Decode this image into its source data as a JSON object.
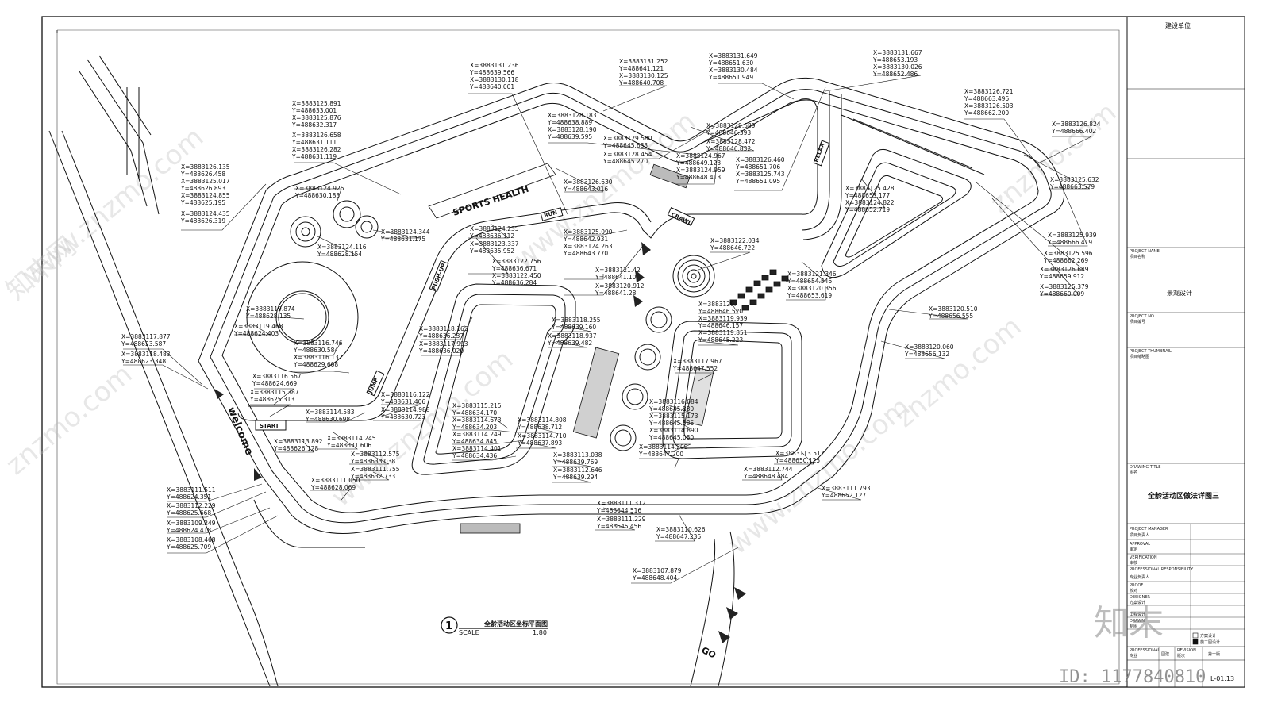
{
  "title_block": {
    "client_label": "建设单位",
    "project_name_en": "PROJECT NAME",
    "project_name_cn": "项目名称",
    "project_name_value": "景观设计",
    "project_no_en": "PROJECT NO.",
    "project_no_cn": "项目编号",
    "thumbnail_en": "PROJECT THUMBNAIL",
    "thumbnail_cn": "项目缩略图",
    "drawing_title_en": "DRAWING TITLE",
    "drawing_title_cn": "图名",
    "drawing_title_value": "全龄活动区做法详图三",
    "rows": [
      {
        "en": "PROJECT MANAGER",
        "cn": "项目负责人"
      },
      {
        "en": "APPROVAL",
        "cn": "审定"
      },
      {
        "en": "VERIFICATION",
        "cn": "审核"
      },
      {
        "en": "PROFESSIONAL RESPONSIBILITY",
        "cn": "专业负责人"
      },
      {
        "en": "PROOF",
        "cn": "校对"
      },
      {
        "en": "DESIGNER",
        "cn": "方案设计"
      },
      {
        "en": "",
        "cn": "工程设计"
      },
      {
        "en": "DRAWN",
        "cn": "制图"
      }
    ],
    "check_1": "方案设计",
    "check_2": "施工图设计",
    "professional_en": "PROFESSIONAL",
    "professional_cn": "专业",
    "professional_value": "园建",
    "revision_en": "REVISION",
    "revision_cn": "版次",
    "revision_value": "第一版",
    "sheet_no": "L-01.13"
  },
  "caption": {
    "number": "1",
    "title": "全龄活动区坐标平面图",
    "scale_label": "SCALE",
    "scale_value": "1:80"
  },
  "site_labels": {
    "sports_health": "SPORTS HEALTH",
    "run": "RUN",
    "crawl": "CRAWL",
    "relax": "RELAX",
    "push_up": "PUSH-UP",
    "jump": "JUMP",
    "start": "START",
    "welcome": "welcome",
    "go": "GO"
  },
  "coordinates": [
    {
      "x": "X=3883131.236",
      "y": "Y=488639.566"
    },
    {
      "x": "X=3883130.118",
      "y": "Y=488640.001"
    },
    {
      "x": "X=3883131.252",
      "y": "Y=488641.121"
    },
    {
      "x": "X=3883130.125",
      "y": "Y=488640.708"
    },
    {
      "x": "X=3883131.649",
      "y": "Y=488651.630"
    },
    {
      "x": "X=3883130.484",
      "y": "Y=488651.949"
    },
    {
      "x": "X=3883131.667",
      "y": "Y=488653.193"
    },
    {
      "x": "X=3883130.026",
      "y": "Y=488652.486"
    },
    {
      "x": "X=3883125.891",
      "y": "Y=488633.001"
    },
    {
      "x": "X=3883125.876",
      "y": "Y=488632.317"
    },
    {
      "x": "X=3883126.658",
      "y": "Y=488631.111"
    },
    {
      "x": "X=3883126.282",
      "y": "Y=488631.119"
    },
    {
      "x": "X=3883128.183",
      "y": "Y=488638.889"
    },
    {
      "x": "X=3883128.190",
      "y": "Y=488639.595"
    },
    {
      "x": "X=3883129.580",
      "y": "Y=488645.683"
    },
    {
      "x": "X=3883128.454",
      "y": "Y=488645.270"
    },
    {
      "x": "X=3883129.589",
      "y": "Y=488646.393"
    },
    {
      "x": "X=3883128.472",
      "y": "Y=488646.832"
    },
    {
      "x": "X=3883126.721",
      "y": "Y=488663.496"
    },
    {
      "x": "X=3883126.503",
      "y": "Y=488662.200"
    },
    {
      "x": "X=3883126.824",
      "y": "Y=488666.402"
    },
    {
      "x": "X=3883126.135",
      "y": "Y=488626.458"
    },
    {
      "x": "X=3883125.017",
      "y": "Y=488626.893"
    },
    {
      "x": "X=3883124.855",
      "y": "Y=488625.195"
    },
    {
      "x": "X=3883124.435",
      "y": "Y=488626.319"
    },
    {
      "x": "X=3883124.925",
      "y": "Y=488630.183"
    },
    {
      "x": "X=3883124.967",
      "y": "Y=488649.123"
    },
    {
      "x": "X=3883124.959",
      "y": "Y=488648.413"
    },
    {
      "x": "X=3883126.460",
      "y": "Y=488651.706"
    },
    {
      "x": "X=3883125.743",
      "y": "Y=488651.095"
    },
    {
      "x": "X=3883126.630",
      "y": "Y=488643.016"
    },
    {
      "x": "X=3883125.428",
      "y": "Y=488653.177"
    },
    {
      "x": "X=3883124.822",
      "y": "Y=488652.719"
    },
    {
      "x": "X=3883125.632",
      "y": "Y=488663.579"
    },
    {
      "x": "X=3883124.344",
      "y": "Y=488631.175"
    },
    {
      "x": "X=3883124.116",
      "y": "Y=488628.154"
    },
    {
      "x": "X=3883124.235",
      "y": "Y=488636.112"
    },
    {
      "x": "X=3883123.337",
      "y": "Y=488635.952"
    },
    {
      "x": "X=3883125.090",
      "y": "Y=488642.931"
    },
    {
      "x": "X=3883124.263",
      "y": "Y=488643.770"
    },
    {
      "x": "X=3883122.756",
      "y": "Y=488636.671"
    },
    {
      "x": "X=3883122.450",
      "y": "Y=488636.284"
    },
    {
      "x": "X=3883122.034",
      "y": "Y=488646.722"
    },
    {
      "x": "X=3883125.939",
      "y": "Y=488666.419"
    },
    {
      "x": "X=3883125.596",
      "y": "Y=488662.269"
    },
    {
      "x": "X=3883126.649",
      "y": "Y=488659.912"
    },
    {
      "x": "X=3883125.379",
      "y": "Y=488660.009"
    },
    {
      "x": "X=3883121.42",
      "y": "Y=488641.10"
    },
    {
      "x": "X=3883120.912",
      "y": "Y=488641.28"
    },
    {
      "x": "X=3883121.346",
      "y": "Y=488654.546"
    },
    {
      "x": "X=3883120.356",
      "y": "Y=488653.619"
    },
    {
      "x": "X=3883119.874",
      "y": "Y=488628.135"
    },
    {
      "x": "X=3883119.468",
      "y": "Y=488624.403"
    },
    {
      "x": "X=3883120.",
      "y": "Y=488646.520"
    },
    {
      "x": "X=3883119.939",
      "y": "Y=488646.157"
    },
    {
      "x": "X=3883119.851",
      "y": "Y=488645.223"
    },
    {
      "x": "X=3883120.510",
      "y": "Y=488656.555"
    },
    {
      "x": "X=3883117.877",
      "y": "Y=488623.587"
    },
    {
      "x": "X=3883118.483",
      "y": "Y=488623.348"
    },
    {
      "x": "X=3883116.746",
      "y": "Y=488630.584"
    },
    {
      "x": "X=3883116.137",
      "y": "Y=488629.608"
    },
    {
      "x": "X=3883118.165",
      "y": "Y=488636.237"
    },
    {
      "x": "X=3883117.993",
      "y": "Y=488636.020"
    },
    {
      "x": "X=3883118.255",
      "y": "Y=488639.160"
    },
    {
      "x": "X=3883118.937",
      "y": "Y=488639.482"
    },
    {
      "x": "X=3883117.967",
      "y": "Y=488647.552"
    },
    {
      "x": "X=3883120.060",
      "y": "Y=488656.132"
    },
    {
      "x": "X=3883116.567",
      "y": "Y=488624.669"
    },
    {
      "x": "X=3883115.387",
      "y": "Y=488625.313"
    },
    {
      "x": "X=3883116.122",
      "y": "Y=488631.406"
    },
    {
      "x": "X=3883114.583",
      "y": "Y=488630.698"
    },
    {
      "x": "X=3883114.988",
      "y": "Y=488630.723"
    },
    {
      "x": "X=3883115.215",
      "y": "Y=488634.170"
    },
    {
      "x": "X=3883114.673",
      "y": "Y=488634.203"
    },
    {
      "x": "X=3883114.249",
      "y": "Y=488634.845"
    },
    {
      "x": "X=3883114.401",
      "y": "Y=488634.436"
    },
    {
      "x": "X=3883114.808",
      "y": "Y=488638.712"
    },
    {
      "x": "X=3883114.710",
      "y": "Y=488637.893"
    },
    {
      "x": "X=3883116.084",
      "y": "Y=488645.880"
    },
    {
      "x": "X=3883115.173",
      "y": "Y=488645.586"
    },
    {
      "x": "X=3883114.890",
      "y": "Y=488645.080"
    },
    {
      "x": "X=3883113.892",
      "y": "Y=488626.128"
    },
    {
      "x": "X=3883114.245",
      "y": "Y=488631.606"
    },
    {
      "x": "X=3883112.575",
      "y": "Y=488633.038"
    },
    {
      "x": "X=3883111.755",
      "y": "Y=488632.733"
    },
    {
      "x": "X=3883113.038",
      "y": "Y=488639.769"
    },
    {
      "x": "X=3883112.646",
      "y": "Y=488639.294"
    },
    {
      "x": "X=3883114.209",
      "y": "Y=488647.200"
    },
    {
      "x": "X=3883113.517",
      "y": "Y=488650.125"
    },
    {
      "x": "X=3883112.744",
      "y": "Y=488648.484"
    },
    {
      "x": "X=3883111.050",
      "y": "Y=488628.069"
    },
    {
      "x": "X=3883111.511",
      "y": "Y=488624.351"
    },
    {
      "x": "X=3883112.229",
      "y": "Y=488625.668"
    },
    {
      "x": "X=3883109.249",
      "y": "Y=488624.418"
    },
    {
      "x": "X=3883108.468",
      "y": "Y=488625.709"
    },
    {
      "x": "X=3883111.312",
      "y": "Y=488644.516"
    },
    {
      "x": "X=3883111.229",
      "y": "Y=488645.456"
    },
    {
      "x": "X=3883110.626",
      "y": "Y=488647.236"
    },
    {
      "x": "X=3883111.793",
      "y": "Y=488652.127"
    },
    {
      "x": "X=3883107.879",
      "y": "Y=488648.404"
    }
  ],
  "watermarks": [
    "www.znzmo.com",
    "znzmo.com",
    "知末网"
  ],
  "stamp": {
    "logo": "知末",
    "id": "ID: 1177840810"
  }
}
